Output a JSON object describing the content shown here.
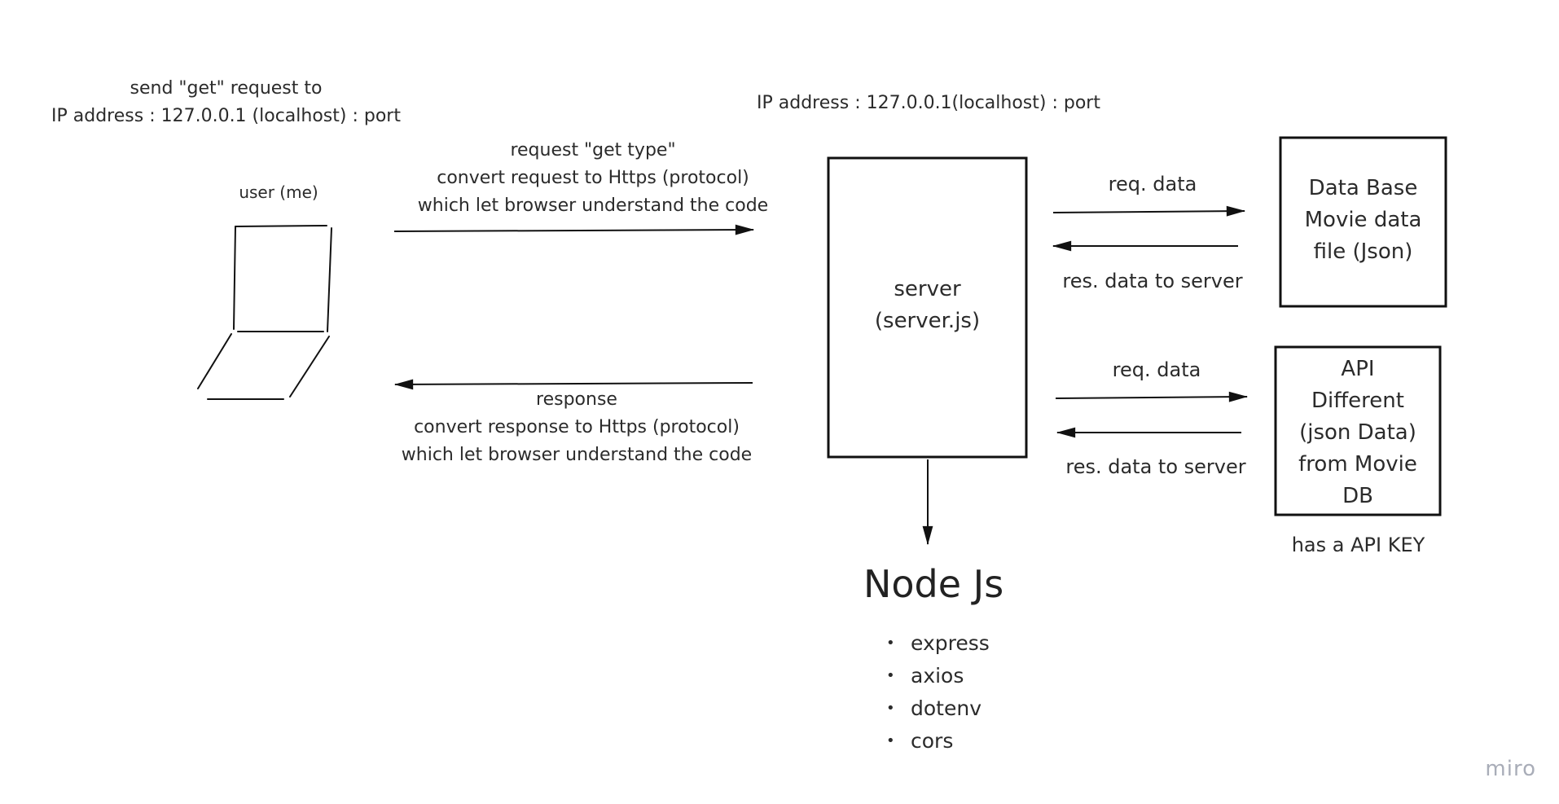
{
  "user": {
    "note_line1": "send \"get\" request to",
    "note_line2": "IP address : 127.0.0.1 (localhost) : port",
    "label": "user (me)"
  },
  "server": {
    "ip_label": "IP address : 127.0.0.1(localhost) : port",
    "title_line1": "server",
    "title_line2": "(server.js)"
  },
  "request_arrow": {
    "line1": "request \"get type\"",
    "line2": "convert request to  Https (protocol)",
    "line3": "which let browser understand the code"
  },
  "response_arrow": {
    "line1": "response",
    "line2": "convert response to  Https (protocol)",
    "line3": "which let browser understand the code"
  },
  "database": {
    "req_label": "req. data",
    "res_label": "res. data to server",
    "line1": "Data Base",
    "line2": "Movie data",
    "line3": "file (Json)"
  },
  "api": {
    "req_label": "req. data",
    "res_label": "res. data to server",
    "line1": "API",
    "line2": "Different",
    "line3": "(json Data)",
    "line4": "from Movie",
    "line5": "DB",
    "note": "has a API KEY"
  },
  "runtime": {
    "title": "Node Js",
    "packages": [
      "express",
      "axios",
      "dotenv",
      "cors"
    ]
  },
  "watermark": "miro"
}
